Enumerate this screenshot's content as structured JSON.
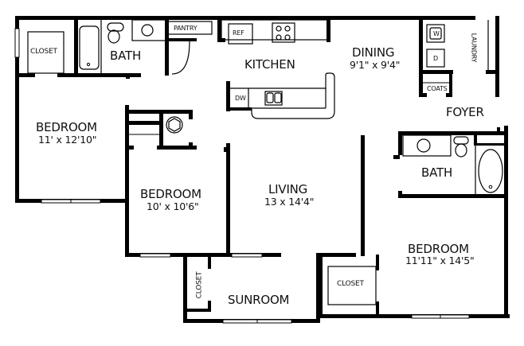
{
  "floor_plan": {
    "rooms": [
      {
        "id": "bedroom_1",
        "name": "BEDROOM",
        "dimensions": "11' x 12'10\""
      },
      {
        "id": "bedroom_2",
        "name": "BEDROOM",
        "dimensions": "10' x 10'6\""
      },
      {
        "id": "bedroom_3",
        "name": "BEDROOM",
        "dimensions": "11'11\" x 14'5\""
      },
      {
        "id": "living",
        "name": "LIVING",
        "dimensions": "13 x 14'4\""
      },
      {
        "id": "dining",
        "name": "DINING",
        "dimensions": "9'1\" x 9'4\""
      },
      {
        "id": "kitchen",
        "name": "KITCHEN"
      },
      {
        "id": "bath_1",
        "name": "BATH"
      },
      {
        "id": "bath_2",
        "name": "BATH"
      },
      {
        "id": "foyer",
        "name": "FOYER"
      },
      {
        "id": "sunroom",
        "name": "SUNROOM"
      }
    ],
    "fixtures": {
      "closet_bed1": "CLOSET",
      "closet_sunroom": "CLOSET",
      "closet_bed3": "CLOSET",
      "pantry": "PANTRY",
      "refrigerator": "REF",
      "dishwasher": "DW",
      "washer": "W",
      "dryer": "D",
      "laundry": "LAUNDRY",
      "coats": "COATS"
    },
    "colors": {
      "wall": "#000000",
      "background": "#ffffff"
    }
  }
}
